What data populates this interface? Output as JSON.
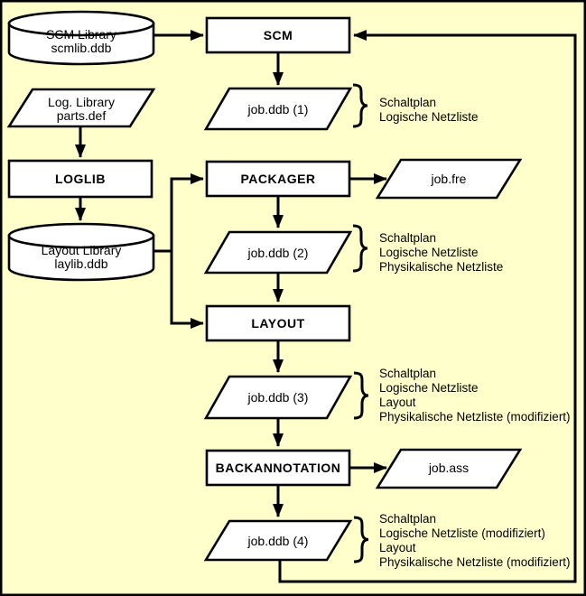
{
  "colors": {
    "background": "#FFFFCC",
    "shape_fill": "#FFFFFF",
    "stroke": "#000000"
  },
  "nodes": {
    "scm_library": {
      "shape": "cylinder",
      "line1": "SCM Library",
      "line2": "scmlib.ddb"
    },
    "scm": {
      "shape": "process",
      "label": "SCM"
    },
    "job_ddb_1": {
      "shape": "parallelogram",
      "label": "job.ddb (1)"
    },
    "log_library": {
      "shape": "parallelogram",
      "line1": "Log. Library",
      "line2": "parts.def"
    },
    "loglib": {
      "shape": "process",
      "label": "LOGLIB"
    },
    "layout_library": {
      "shape": "cylinder",
      "line1": "Layout Library",
      "line2": "laylib.ddb"
    },
    "packager": {
      "shape": "process",
      "label": "PACKAGER"
    },
    "job_fre": {
      "shape": "parallelogram",
      "label": "job.fre"
    },
    "job_ddb_2": {
      "shape": "parallelogram",
      "label": "job.ddb (2)"
    },
    "layout": {
      "shape": "process",
      "label": "LAYOUT"
    },
    "job_ddb_3": {
      "shape": "parallelogram",
      "label": "job.ddb (3)"
    },
    "backannotation": {
      "shape": "process",
      "label": "BACKANNOTATION"
    },
    "job_ass": {
      "shape": "parallelogram",
      "label": "job.ass"
    },
    "job_ddb_4": {
      "shape": "parallelogram",
      "label": "job.ddb (4)"
    }
  },
  "annotations": {
    "job_ddb_1": {
      "lines": [
        "Schaltplan",
        "Logische Netzliste"
      ]
    },
    "job_ddb_2": {
      "lines": [
        "Schaltplan",
        "Logische Netzliste",
        "Physikalische Netzliste"
      ]
    },
    "job_ddb_3": {
      "lines": [
        "Schaltplan",
        "Logische Netzliste",
        "Layout",
        "Physikalische Netzliste (modifiziert)"
      ]
    },
    "job_ddb_4": {
      "lines": [
        "Schaltplan",
        "Logische Netzliste (modifiziert)",
        "Layout",
        "Physikalische Netzliste (modifiziert)"
      ]
    }
  },
  "edges": [
    {
      "from": "scm_library",
      "to": "scm"
    },
    {
      "from": "scm",
      "to": "job_ddb_1"
    },
    {
      "from": "log_library",
      "to": "loglib"
    },
    {
      "from": "loglib",
      "to": "layout_library"
    },
    {
      "from": "layout_library",
      "to": "packager"
    },
    {
      "from": "layout_library",
      "to": "layout"
    },
    {
      "from": "packager",
      "to": "job_fre"
    },
    {
      "from": "packager",
      "to": "job_ddb_2"
    },
    {
      "from": "job_ddb_2",
      "to": "layout"
    },
    {
      "from": "layout",
      "to": "job_ddb_3"
    },
    {
      "from": "job_ddb_3",
      "to": "backannotation"
    },
    {
      "from": "backannotation",
      "to": "job_ass"
    },
    {
      "from": "backannotation",
      "to": "job_ddb_4"
    },
    {
      "from": "job_ddb_4",
      "to": "scm"
    }
  ]
}
